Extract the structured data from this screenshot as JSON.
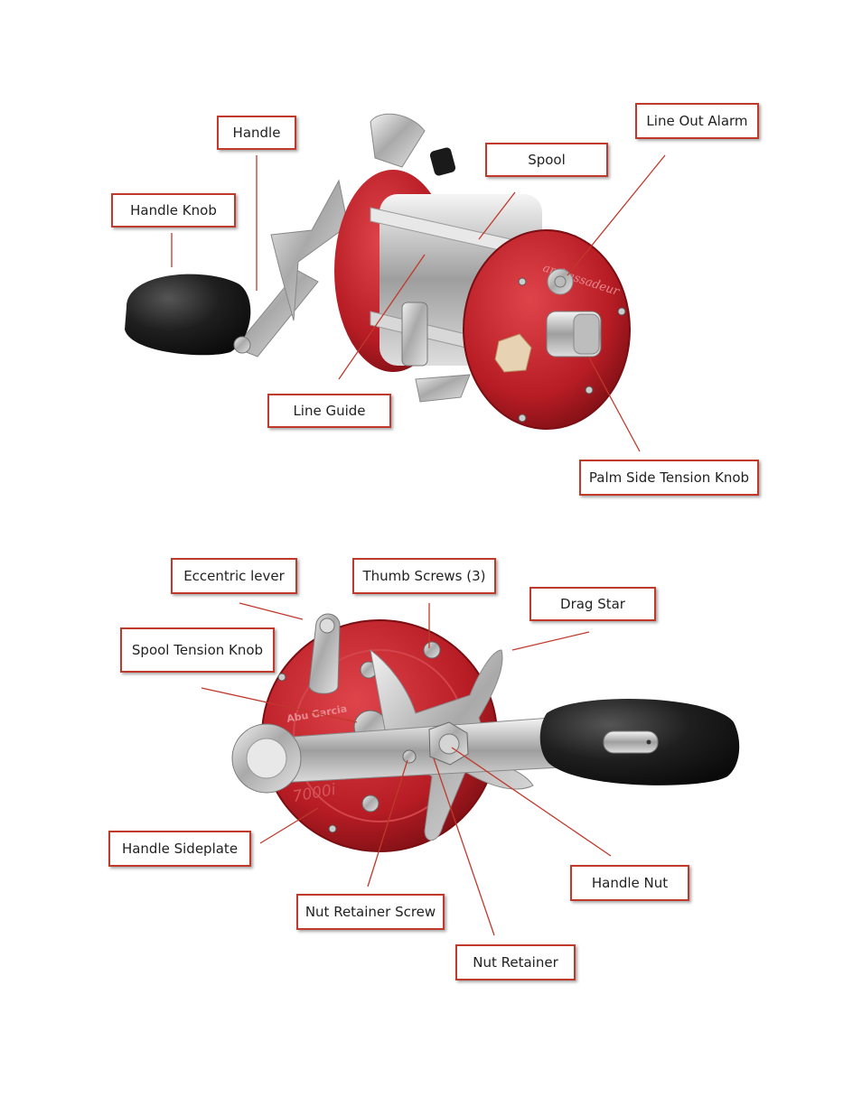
{
  "diagram1": {
    "brand_text": "ambassadeur",
    "labels": {
      "handle": "Handle",
      "handle_knob": "Handle Knob",
      "spool": "Spool",
      "line_out_alarm": "Line Out Alarm",
      "line_guide": "Line Guide",
      "palm_side_tension_knob": "Palm Side Tension  Knob"
    }
  },
  "diagram2": {
    "brand_text": "Abu Garcia",
    "model_text": "7000i",
    "labels": {
      "eccentric_lever": "Eccentric lever",
      "thumb_screws": "Thumb Screws (3)",
      "drag_star": "Drag Star",
      "spool_tension_knob": "Spool Tension  Knob",
      "handle_sideplate": "Handle Sideplate",
      "handle_nut": "Handle Nut",
      "nut_retainer_screw": "Nut Retainer  Screw",
      "nut_retainer": "Nut Retainer"
    }
  },
  "colors": {
    "reel_red": "#c0262d",
    "callout_border": "#c0392b",
    "leader_line": "#c0392b",
    "chrome": "#c9c9c9",
    "grip": "#1c1c1c"
  }
}
